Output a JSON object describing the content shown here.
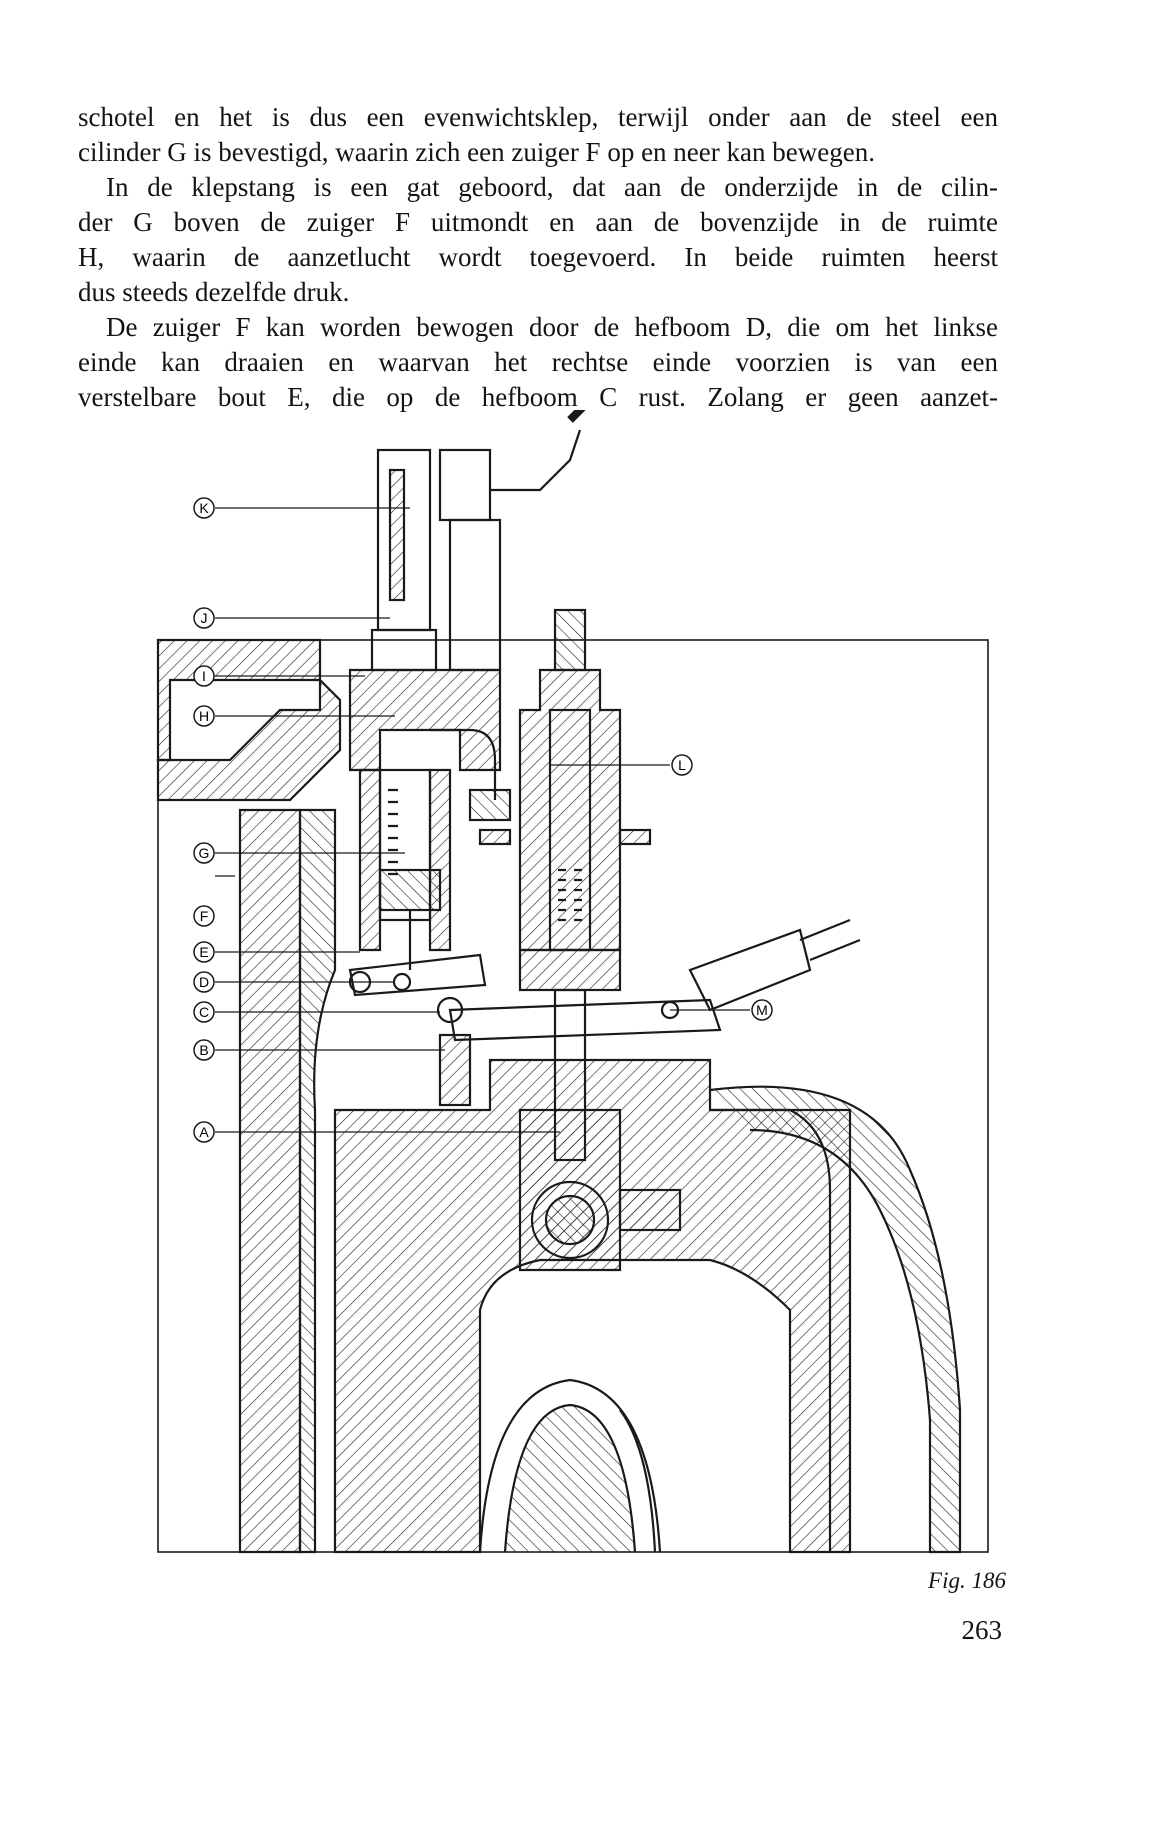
{
  "paragraphs": [
    {
      "lines": [
        "schotel en het is dus een evenwichtsklep, terwijl onder aan de steel een",
        "cilinder G is bevestigd, waarin zich een zuiger F op en neer kan bewegen."
      ]
    },
    {
      "lines": [
        "In de klepstang is een gat geboord, dat aan de onderzijde in de cilin-",
        "der G boven de zuiger F uitmondt en aan de bovenzijde in de ruimte",
        "H, waarin de aanzetlucht wordt toegevoerd. In beide ruimten heerst",
        "dus steeds dezelfde druk."
      ]
    },
    {
      "lines": [
        "De zuiger F kan worden bewogen door de hefboom D, die om het linkse",
        "einde kan draaien en waarvan het rechtse einde voorzien is van een",
        "verstelbare bout E, die op de hefboom C rust. Zolang er geen aanzet-"
      ]
    }
  ],
  "figure": {
    "callouts": [
      "K",
      "J",
      "I",
      "H",
      "G",
      "F",
      "E",
      "D",
      "C",
      "B",
      "A",
      "L",
      "M"
    ]
  },
  "caption": "Fig. 186",
  "page_number": "263"
}
